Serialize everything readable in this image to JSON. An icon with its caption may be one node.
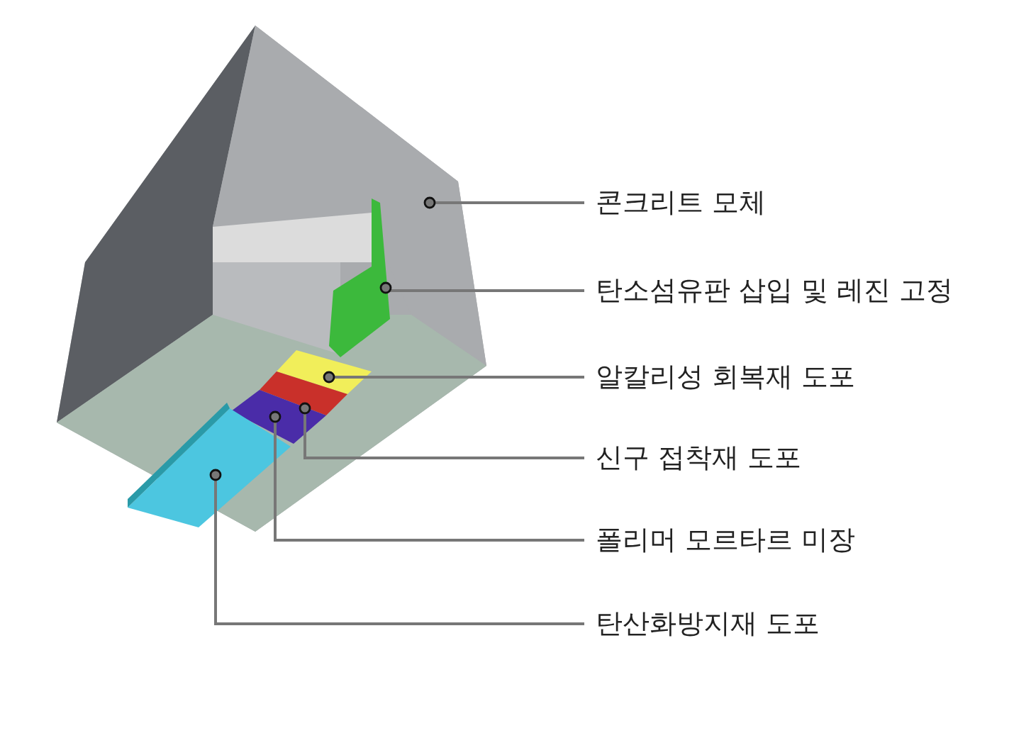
{
  "diagram": {
    "nodes": [
      {
        "text": [
          "콘크리트 모체"
        ]
      },
      {
        "text": [
          "탄소섬유판 삽입 및 레진 고정"
        ]
      },
      {
        "text": [
          "알칼리성 회복재 도포"
        ]
      },
      {
        "text": [
          "신구 접착재 도포"
        ]
      },
      {
        "text": [
          "폴리머 모르타르 미장"
        ]
      },
      {
        "text": [
          "탄산화방지재 도포"
        ]
      },
      {
        "text": [],
        "shape": "picture"
      },
      {
        "text": [],
        "shape": "picture",
        "in": 6
      },
      {
        "text": [],
        "shape": "picture",
        "in": 6
      },
      {
        "text": [],
        "shape": "picture",
        "in": 6
      },
      {
        "text": [],
        "shape": "picture",
        "in": 6
      },
      {
        "text": [],
        "shape": "picture",
        "in": 6
      }
    ],
    "edges": [
      {
        "from": 0,
        "to": 6,
        "arrow": "other"
      },
      {
        "from": 1,
        "to": 7,
        "arrow": "other"
      },
      {
        "from": 2,
        "to": 8,
        "arrow": "other"
      },
      {
        "from": 3,
        "to": 9,
        "arrow": "other"
      },
      {
        "from": 4,
        "to": 10,
        "arrow": "other"
      },
      {
        "from": 5,
        "to": 11,
        "arrow": "other"
      }
    ]
  }
}
